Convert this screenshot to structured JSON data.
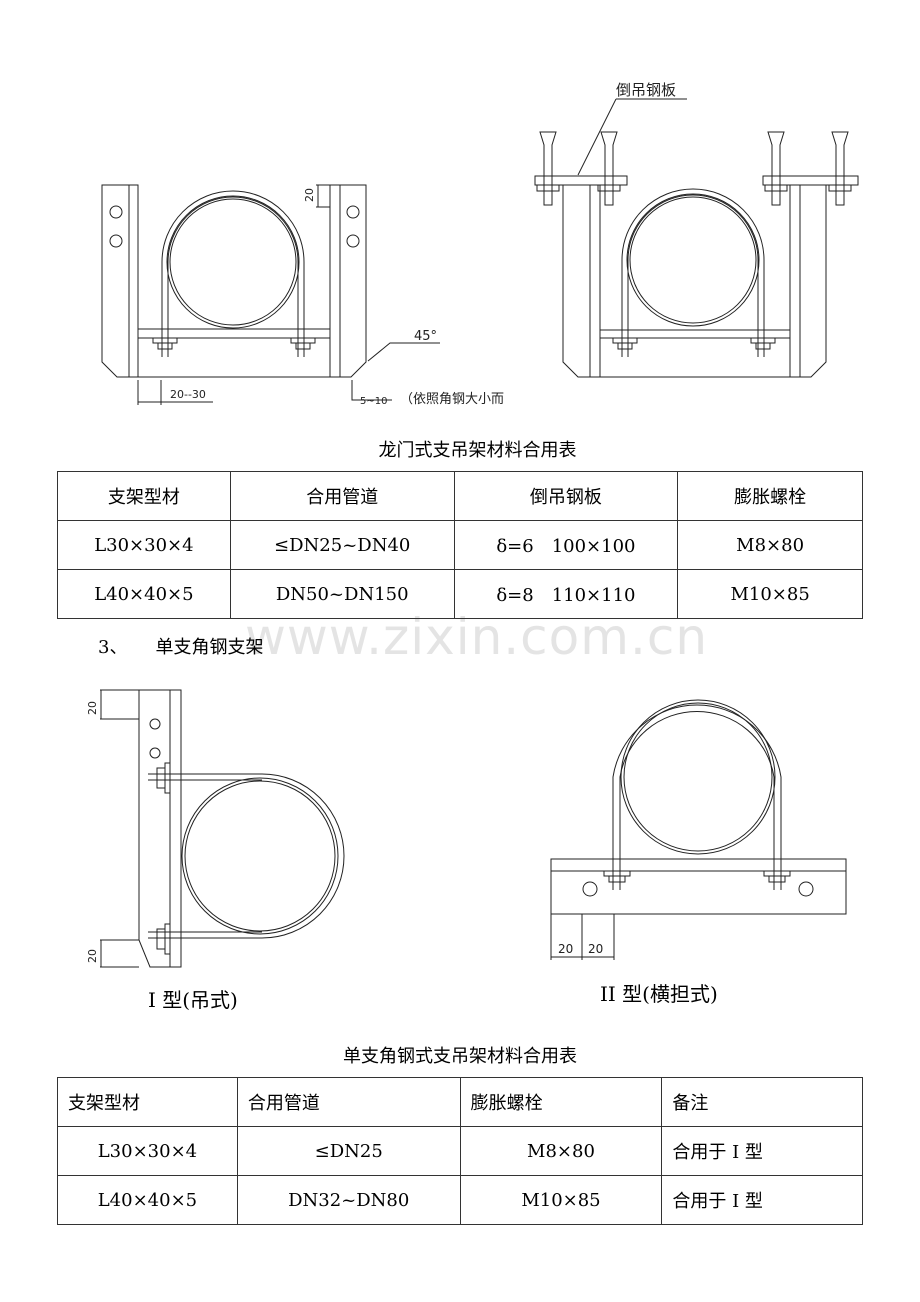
{
  "drawings": {
    "gantry_dim_top": "20",
    "gantry_angle": "45°",
    "gantry_dim_bottom": "20--30",
    "gantry_dim_right": "5~10",
    "gantry_note": "（依照角钢大小而",
    "inverted_plate_label": "倒吊钢板",
    "type1_dim_top": "20",
    "type1_dim_bottom": "20",
    "type1_caption": "I 型(吊式)",
    "type2_dim_a": "20",
    "type2_dim_b": "20",
    "type2_caption": "II 型(横担式)"
  },
  "table1": {
    "title": "龙门式支吊架材料合用表",
    "headers": [
      "支架型材",
      "合用管道",
      "倒吊钢板",
      "膨胀螺栓"
    ],
    "rows": [
      [
        "L30×30×4",
        "≤DN25~DN40",
        "δ=6　100×100",
        "M8×80"
      ],
      [
        "L40×40×5",
        "DN50~DN150",
        "δ=8　110×110",
        "M10×85"
      ]
    ]
  },
  "section": {
    "number": "3、",
    "title": "单支角钢支架"
  },
  "watermark": "www.zixin.com.cn",
  "table2": {
    "title": "单支角钢式支吊架材料合用表",
    "headers": [
      "支架型材",
      "合用管道",
      "膨胀螺栓",
      "备注"
    ],
    "rows": [
      [
        "L30×30×4",
        "≤DN25",
        "M8×80",
        "合用于 I 型"
      ],
      [
        "L40×40×5",
        "DN32~DN80",
        "M10×85",
        "合用于 I 型"
      ]
    ]
  }
}
